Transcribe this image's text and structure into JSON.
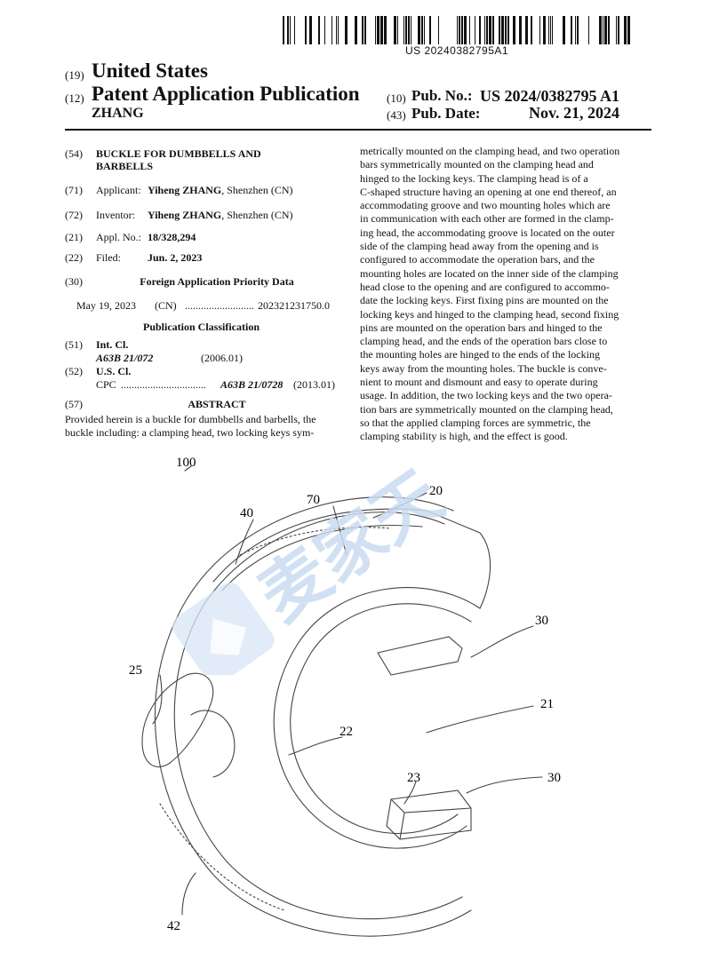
{
  "barcode": {
    "number": "US 20240382795A1"
  },
  "header": {
    "code19": "(19)",
    "country": "United States",
    "code12": "(12)",
    "doc_type": "Patent Application Publication",
    "inventor_surname": "ZHANG",
    "code10": "(10)",
    "pub_no_label": "Pub. No.:",
    "pub_no": "US 2024/0382795 A1",
    "code43": "(43)",
    "pub_date_label": "Pub. Date:",
    "pub_date": "Nov. 21, 2024"
  },
  "biblio": {
    "title_code": "(54)",
    "title_line1": "BUCKLE FOR DUMBBELLS AND",
    "title_line2": "BARBELLS",
    "applicant_code": "(71)",
    "applicant_label": "Applicant:",
    "applicant_name": "Yiheng ZHANG",
    "applicant_loc": ", Shenzhen (CN)",
    "inventor_code": "(72)",
    "inventor_label": "Inventor:",
    "inventor_name": "Yiheng ZHANG",
    "inventor_loc": ", Shenzhen (CN)",
    "appl_code": "(21)",
    "appl_label": "Appl. No.:",
    "appl_no": "18/328,294",
    "filed_code": "(22)",
    "filed_label": "Filed:",
    "filed_date": "Jun. 2, 2023",
    "priority_code": "(30)",
    "priority_heading": "Foreign Application Priority Data",
    "priority_date": "May 19, 2023",
    "priority_country": "(CN)",
    "priority_dots": "..........................",
    "priority_no": "202321231750.0",
    "classification_heading": "Publication Classification",
    "intcl_code": "(51)",
    "intcl_label": "Int. Cl.",
    "intcl_class": "A63B 21/072",
    "intcl_year": "(2006.01)",
    "uscl_code": "(52)",
    "uscl_label": "U.S. Cl.",
    "cpc_label": "CPC",
    "cpc_dots": "................................",
    "cpc_class": "A63B 21/0728",
    "cpc_year": "(2013.01)",
    "abstract_code": "(57)",
    "abstract_heading": "ABSTRACT"
  },
  "abstract": {
    "left_lines": [
      "Provided herein is a buckle for dumbbells and barbells, the",
      "buckle including: a clamping head, two locking keys sym-"
    ],
    "right_lines": [
      "metrically mounted on the clamping head, and two operation",
      "bars symmetrically mounted on the clamping head and",
      "hinged to the locking keys. The clamping head is of a",
      "C-shaped structure having an opening at one end thereof, an",
      "accommodating groove and two mounting holes which are",
      "in communication with each other are formed in the clamp-",
      "ing head, the accommodating groove is located on the outer",
      "side of the clamping head away from the opening and is",
      "configured to accommodate the operation bars, and the",
      "mounting holes are located on the inner side of the clamping",
      "head close to the opening and are configured to accommo-",
      "date the locking keys. First fixing pins are mounted on the",
      "locking keys and hinged to the clamping head, second fixing",
      "pins are mounted on the operation bars and hinged to the",
      "clamping head, and the ends of the operation bars close to",
      "the mounting holes are hinged to the ends of the locking",
      "keys away from the mounting holes. The buckle is conve-",
      "nient to mount and dismount and easy to operate during",
      "usage. In addition, the two locking keys and the two opera-",
      "tion bars are symmetrically mounted on the clamping head,",
      "so that the applied clamping forces are symmetric, the",
      "clamping stability is high, and the effect is good."
    ]
  },
  "figure": {
    "refs": [
      "100",
      "70",
      "20",
      "40",
      "30",
      "25",
      "21",
      "22",
      "23",
      "30",
      "42"
    ]
  },
  "watermark": {
    "text": "麦家天"
  },
  "colors": {
    "watermark": "#c9dcf2",
    "ink": "#111111"
  }
}
